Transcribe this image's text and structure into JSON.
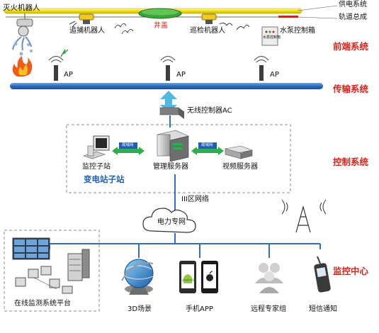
{
  "front": {
    "fire_robot": "灭火机器人",
    "power_system": "供电系统",
    "rail_assembly": "轨道总成",
    "tracking_robot": "追捕机器人",
    "manhole": "井盖",
    "patrol_robot": "巡检机器人",
    "pump_box": "水泵控制箱",
    "pump_box_plate": "水泵控制箱",
    "ap_labels": [
      "AP",
      "AP",
      "AP"
    ]
  },
  "sections": {
    "front": "前端系统",
    "transport": "传输系统",
    "control": "控制系统",
    "monitor": "监控中心"
  },
  "control": {
    "ac": "无线控制器AC",
    "substation_station": "监控子站",
    "mgmt_server": "管理服务器",
    "video_server": "视频服务器",
    "lan_left": "局域网",
    "lan_right": "局域网",
    "substation": "变电站子站"
  },
  "network": {
    "zone3": "III区网络",
    "cloud": "电力专网"
  },
  "monitor": {
    "platform": "在线监测系统平台",
    "scene3d": "3D场景",
    "android": "android",
    "app": "手机APP",
    "experts": "远程专家组",
    "sms": "短信通知"
  },
  "colors": {
    "section_red": "#d8261c",
    "bus_blue": "#2f6fc0",
    "rail_yellow": "#f3e51c",
    "arrow_cyan": "#4fb8e3",
    "lan_blue": "#1f5fb5"
  }
}
